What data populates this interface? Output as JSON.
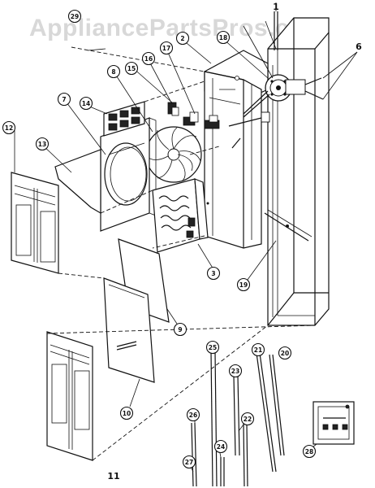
{
  "watermark": "AppliancePartsPros.com",
  "callouts": [
    {
      "id": "c1",
      "label": "1"
    },
    {
      "id": "c2",
      "label": "2"
    },
    {
      "id": "c3",
      "label": "3"
    },
    {
      "id": "c6",
      "label": "6"
    },
    {
      "id": "c7",
      "label": "7"
    },
    {
      "id": "c8",
      "label": "8"
    },
    {
      "id": "c9",
      "label": "9"
    },
    {
      "id": "c10",
      "label": "10"
    },
    {
      "id": "c11",
      "label": "11"
    },
    {
      "id": "c12",
      "label": "12"
    },
    {
      "id": "c13",
      "label": "13"
    },
    {
      "id": "c14",
      "label": "14"
    },
    {
      "id": "c15",
      "label": "15"
    },
    {
      "id": "c16",
      "label": "16"
    },
    {
      "id": "c17",
      "label": "17"
    },
    {
      "id": "c18",
      "label": "18"
    },
    {
      "id": "c19",
      "label": "19"
    },
    {
      "id": "c20",
      "label": "20"
    },
    {
      "id": "c21",
      "label": "21"
    },
    {
      "id": "c22",
      "label": "22"
    },
    {
      "id": "c23",
      "label": "23"
    },
    {
      "id": "c24",
      "label": "24"
    },
    {
      "id": "c25",
      "label": "25"
    },
    {
      "id": "c26",
      "label": "26"
    },
    {
      "id": "c27",
      "label": "27"
    },
    {
      "id": "c28",
      "label": "28"
    },
    {
      "id": "c29",
      "label": "29"
    }
  ]
}
